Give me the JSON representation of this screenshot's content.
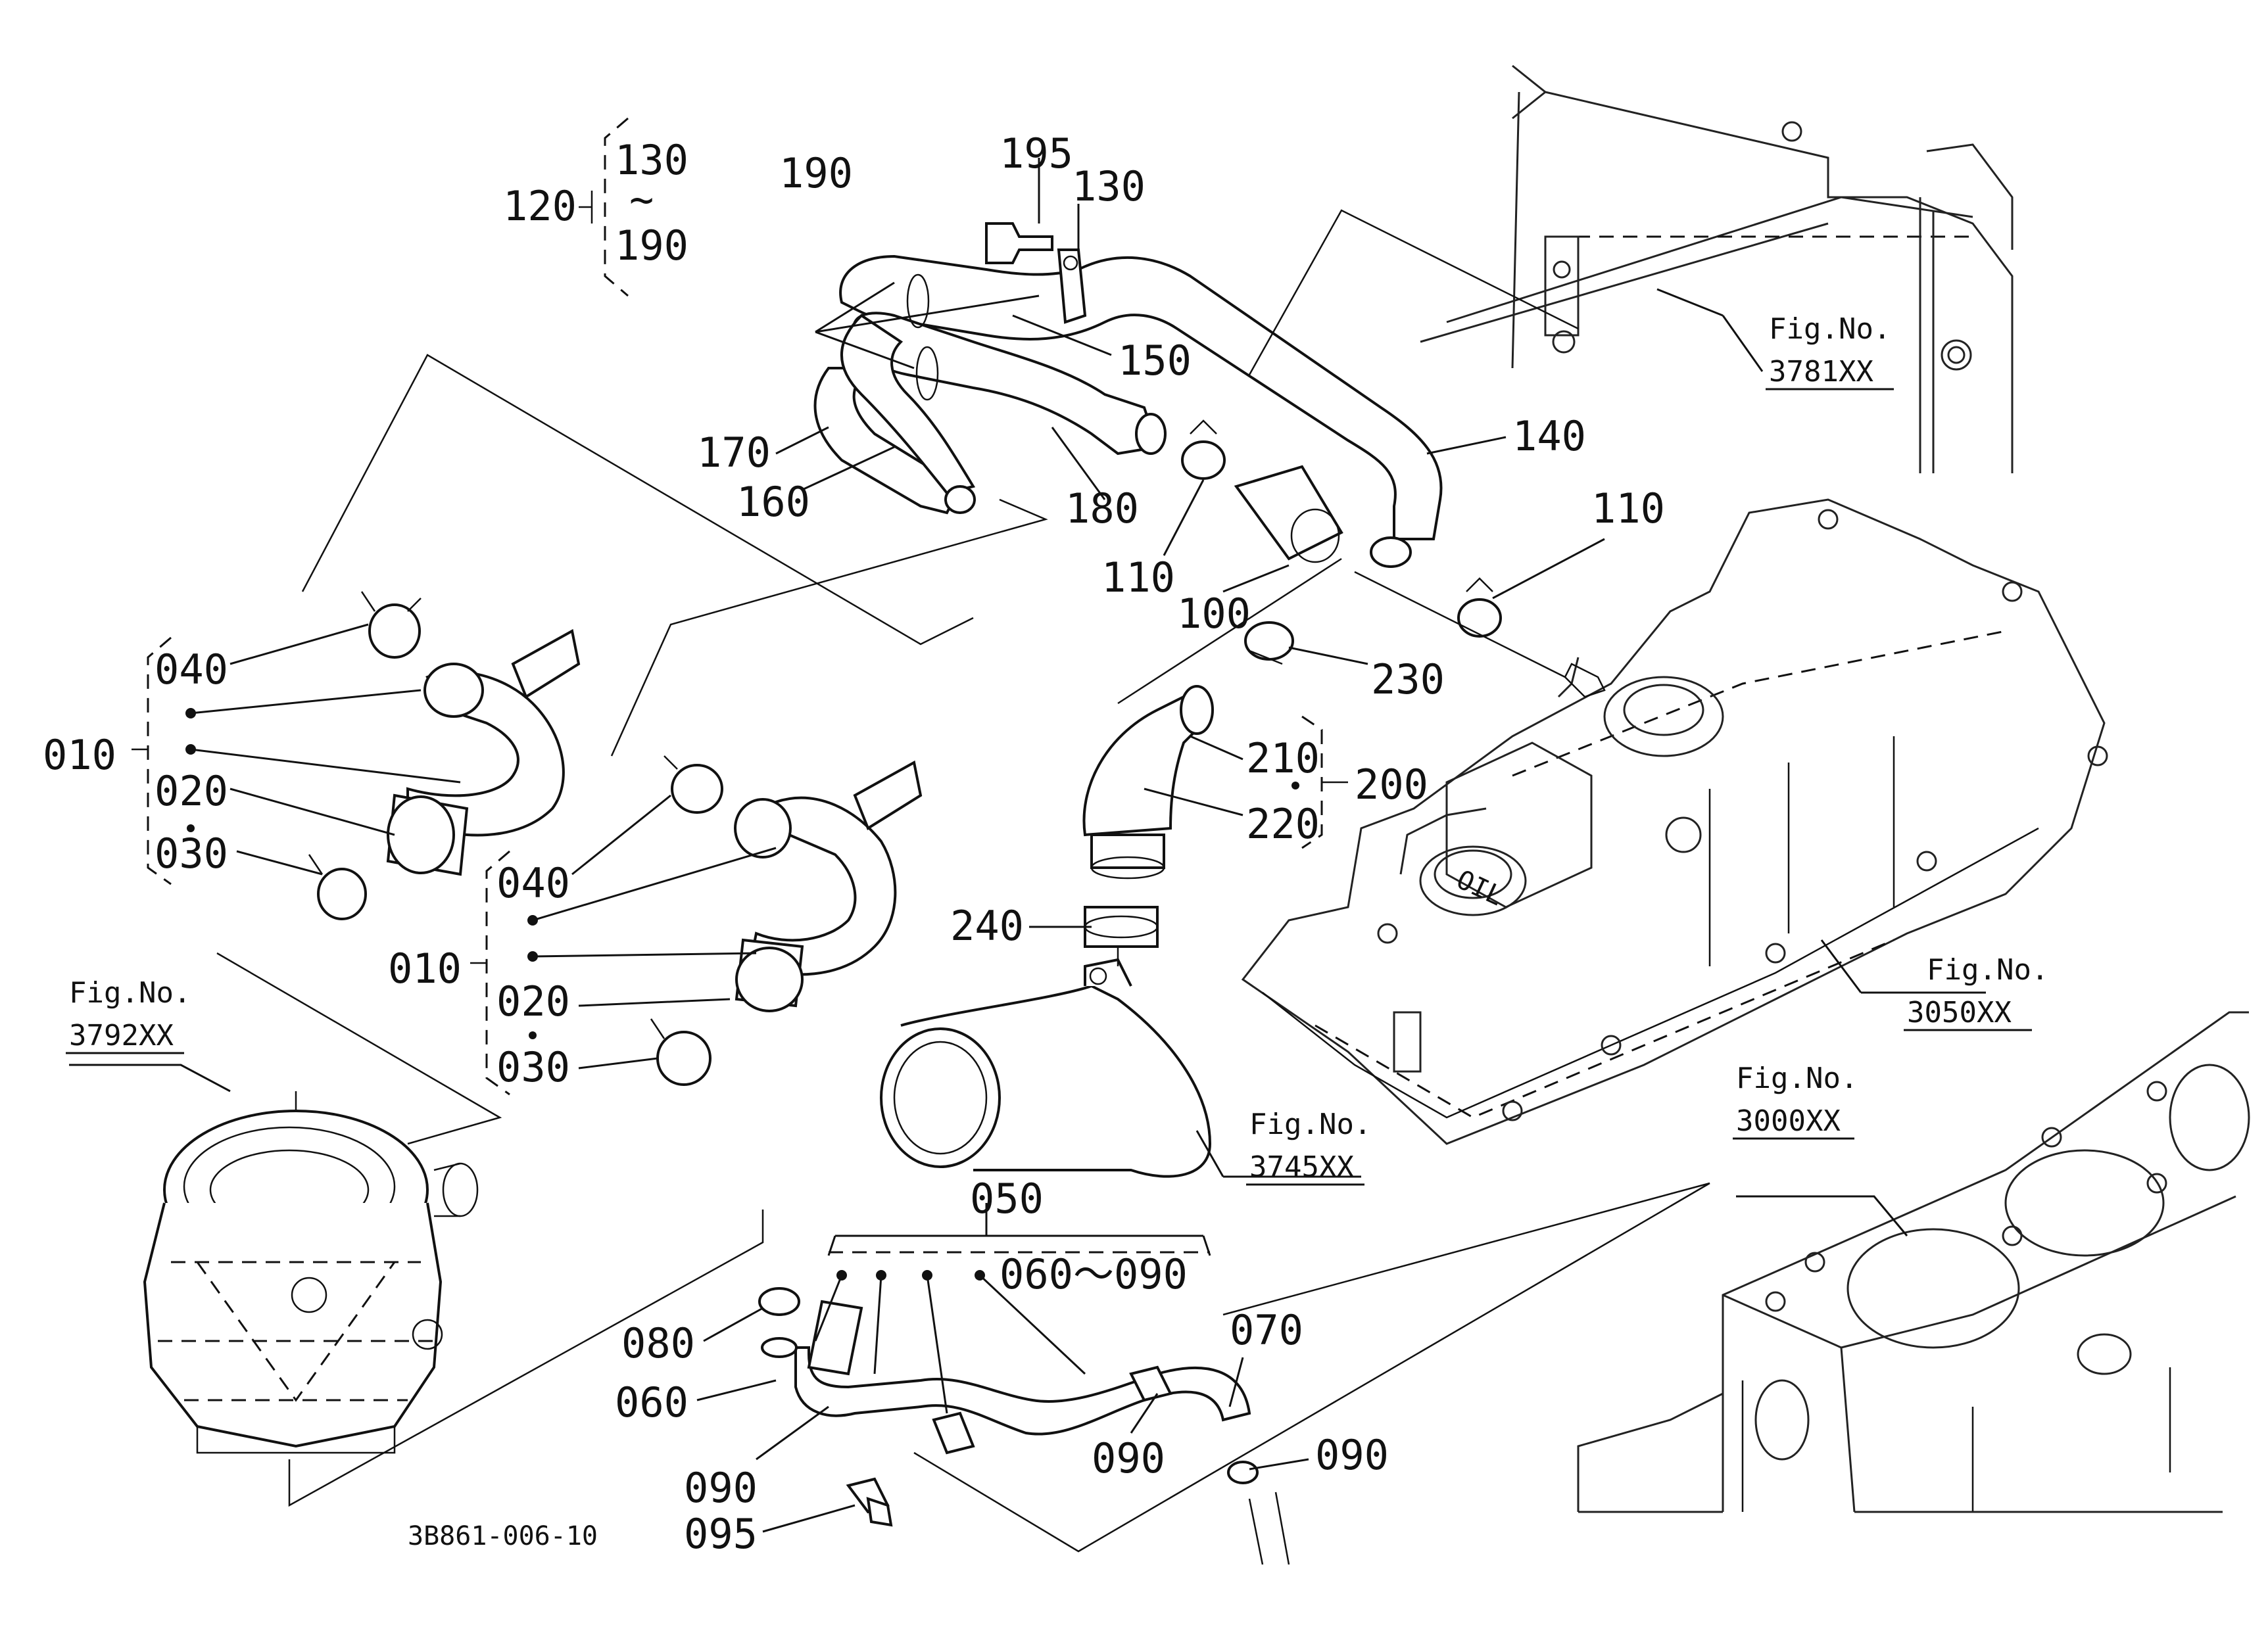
{
  "diagram": {
    "drawing_code": "3B861-006-10",
    "callouts": {
      "c120": "120",
      "c130_top": "130",
      "c_tilde": "~",
      "c190_top": "190",
      "c190": "190",
      "c195": "195",
      "c130": "130",
      "c150": "150",
      "c170": "170",
      "c160": "160",
      "c180": "180",
      "c140": "140",
      "c110_a": "110",
      "c110_b": "110",
      "c100": "100",
      "c230": "230",
      "c210": "210",
      "c220": "220",
      "c200": "200",
      "c240": "240",
      "c040_a": "040",
      "c010_a": "010",
      "c020_a": "020",
      "c030_a": "030",
      "c040_b": "040",
      "c010_b": "010",
      "c020_b": "020",
      "c030_b": "030",
      "c050": "050",
      "c060_090": "060～090",
      "c070": "070",
      "c080": "080",
      "c060": "060",
      "c090_a": "090",
      "c090_b": "090",
      "c090_c": "090",
      "c095": "095"
    },
    "fig_refs": [
      {
        "title": "Fig.No.",
        "number": "3781XX"
      },
      {
        "title": "Fig.No.",
        "number": "3050XX"
      },
      {
        "title": "Fig.No.",
        "number": "3792XX"
      },
      {
        "title": "Fig.No.",
        "number": "3745XX"
      },
      {
        "title": "Fig.No.",
        "number": "3000XX"
      }
    ]
  }
}
